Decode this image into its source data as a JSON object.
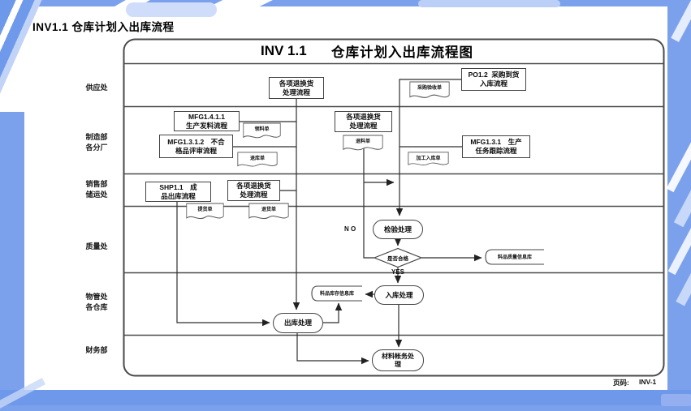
{
  "header": {
    "doc_title": "INV1.1 仓库计划入出库流程"
  },
  "footer": {
    "page_label": "页码:",
    "page_value": "INV-1"
  },
  "diagram": {
    "code": "INV 1.1",
    "title": "仓库计划入出库流程图",
    "lanes": [
      {
        "lines": [
          "供应处"
        ]
      },
      {
        "lines": [
          "制造部",
          "各分厂"
        ]
      },
      {
        "lines": [
          "销售部",
          "储运处"
        ]
      },
      {
        "lines": [
          "质量处"
        ]
      },
      {
        "lines": [
          "物管处",
          "各仓库"
        ]
      },
      {
        "lines": [
          "财务部"
        ]
      }
    ],
    "nodes": {
      "returns_supply": [
        "各项退换货",
        "处理流程"
      ],
      "po_inbound": [
        "PO1.2  采购到货",
        "入库流程"
      ],
      "mfg_issue": [
        "MFG1.4.1.1",
        "生产发料流程"
      ],
      "mfg_reject": [
        "MFG1.3.1.2　不合",
        "格品评审流程"
      ],
      "returns_mfg": [
        "各项退换货",
        "处理流程"
      ],
      "mfg_track": [
        "MFG1.3.1　生产",
        "任务跟踪流程"
      ],
      "shp_outbound": [
        "SHP1.1　成",
        "品出库流程"
      ],
      "returns_sales": [
        "各项退换货",
        "处理流程"
      ],
      "inspect": "检验处理",
      "decision": "是否合格",
      "inbound": "入库处理",
      "outbound": "出库处理",
      "accounting": [
        "材料帐务处",
        "理"
      ]
    },
    "docs": {
      "purchase_receipt": "采购验收单",
      "pick_list": "领料单",
      "return_to_store": "退库单",
      "return_material": "退料单",
      "mfg_inbound_slip": "加工入库单",
      "delivery_slip": "提货单",
      "return_goods_slip": "退货单"
    },
    "stores": {
      "quality_info": "料品质量信息库",
      "inventory_info": "料品库存信息库"
    },
    "flags": {
      "no": "N O",
      "yes": "YES"
    },
    "colors": {
      "line": "#3a3a3a",
      "accent_blue": "#7CA1EC",
      "light_blue": "#C7D8F8"
    }
  }
}
